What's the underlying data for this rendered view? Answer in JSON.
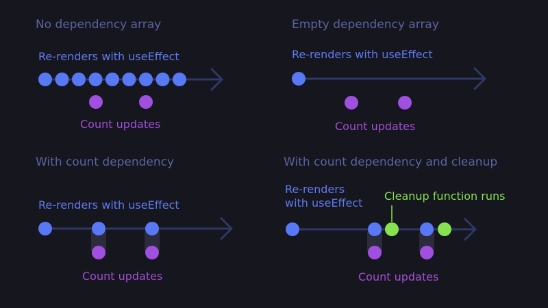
{
  "colors": {
    "background": "#16161f",
    "heading": "#5b639f",
    "axis": "#2f3866",
    "render_dot": "#5878f5",
    "count_dot": "#a04fe0",
    "cleanup_dot": "#86e24f",
    "connector": "#2b2b3d"
  },
  "panels": [
    {
      "heading": "No dependency array",
      "renders_label": "Re-renders with useEffect",
      "counts_label": "Count updates",
      "render_dots": 9,
      "count_dots": 2,
      "cleanup_dots": 0
    },
    {
      "heading": "Empty dependency array",
      "renders_label": "Re-renders with useEffect",
      "counts_label": "Count updates",
      "render_dots": 1,
      "count_dots": 2,
      "cleanup_dots": 0
    },
    {
      "heading": "With count dependency",
      "renders_label": "Re-renders with useEffect",
      "counts_label": "Count updates",
      "render_dots": 3,
      "count_dots": 2,
      "cleanup_dots": 0
    },
    {
      "heading": "With count dependency and cleanup",
      "renders_label": "Re-renders\nwith useEffect",
      "counts_label": "Count updates",
      "cleanup_label": "Cleanup function runs",
      "render_dots": 3,
      "count_dots": 2,
      "cleanup_dots": 2
    }
  ]
}
